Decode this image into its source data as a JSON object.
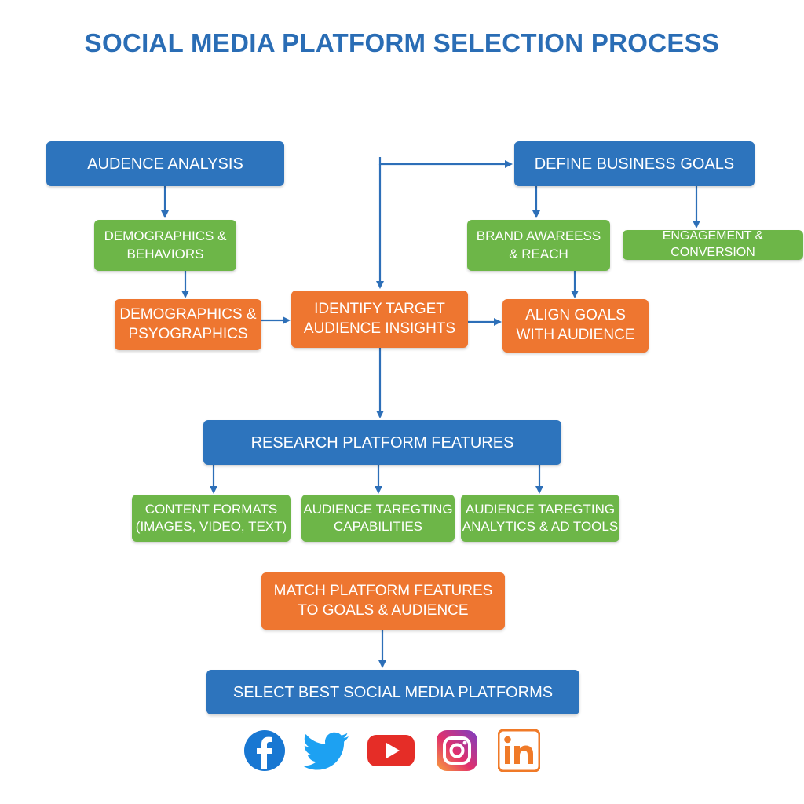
{
  "title": "SOCIAL MEDIA PLATFORM SELECTION PROCESS",
  "colors": {
    "title": "#2a6db5",
    "blue": "#2d74bd",
    "green": "#6db648",
    "orange": "#ee7630",
    "arrow": "#2d6fb8"
  },
  "nodes": {
    "audience_analysis": "AUDENCE ANALYSIS",
    "demographics_behaviors": "DEMOGRAPHICS &\nBEHAVIORS",
    "demographics_psyographics": "DEMOGRAPHICS &\nPSYOGRAPHICS",
    "identify_insights": "IDENTIFY TARGET\nAUDIENCE INSIGHTS",
    "define_goals": "DEFINE BUSINESS GOALS",
    "brand_awareness": "BRAND AWAREESS\n& REACH",
    "engagement_conversion": "ENGAGEMENT & CONVERSION",
    "align_goals": "ALIGN GOALS\nWITH AUDIENCE",
    "research_features": "RESEARCH PLATFORM FEATURES",
    "content_formats": "CONTENT FORMATS\n(IMAGES, VIDEO, TEXT)",
    "audience_targeting": "AUDIENCE TAREGTING\nCAPABILITIES",
    "targeting_analytics": "AUDIENCE TAREGTING\nANALYTICS & AD TOOLS",
    "match_features": "MATCH PLATFORM FEATURES\nTO GOALS & AUDIENCE",
    "select_platforms": "SELECT BEST SOCIAL MEDIA PLATFORMS"
  },
  "icons": {
    "facebook": {
      "name": "facebook-icon",
      "color": "#1877d2"
    },
    "twitter": {
      "name": "twitter-icon",
      "color": "#1da1f2"
    },
    "youtube": {
      "name": "youtube-icon",
      "color": "#e52d27"
    },
    "instagram": {
      "name": "instagram-icon",
      "color": "#c13584"
    },
    "linkedin": {
      "name": "linkedin-icon",
      "color": "#f07a28"
    }
  }
}
